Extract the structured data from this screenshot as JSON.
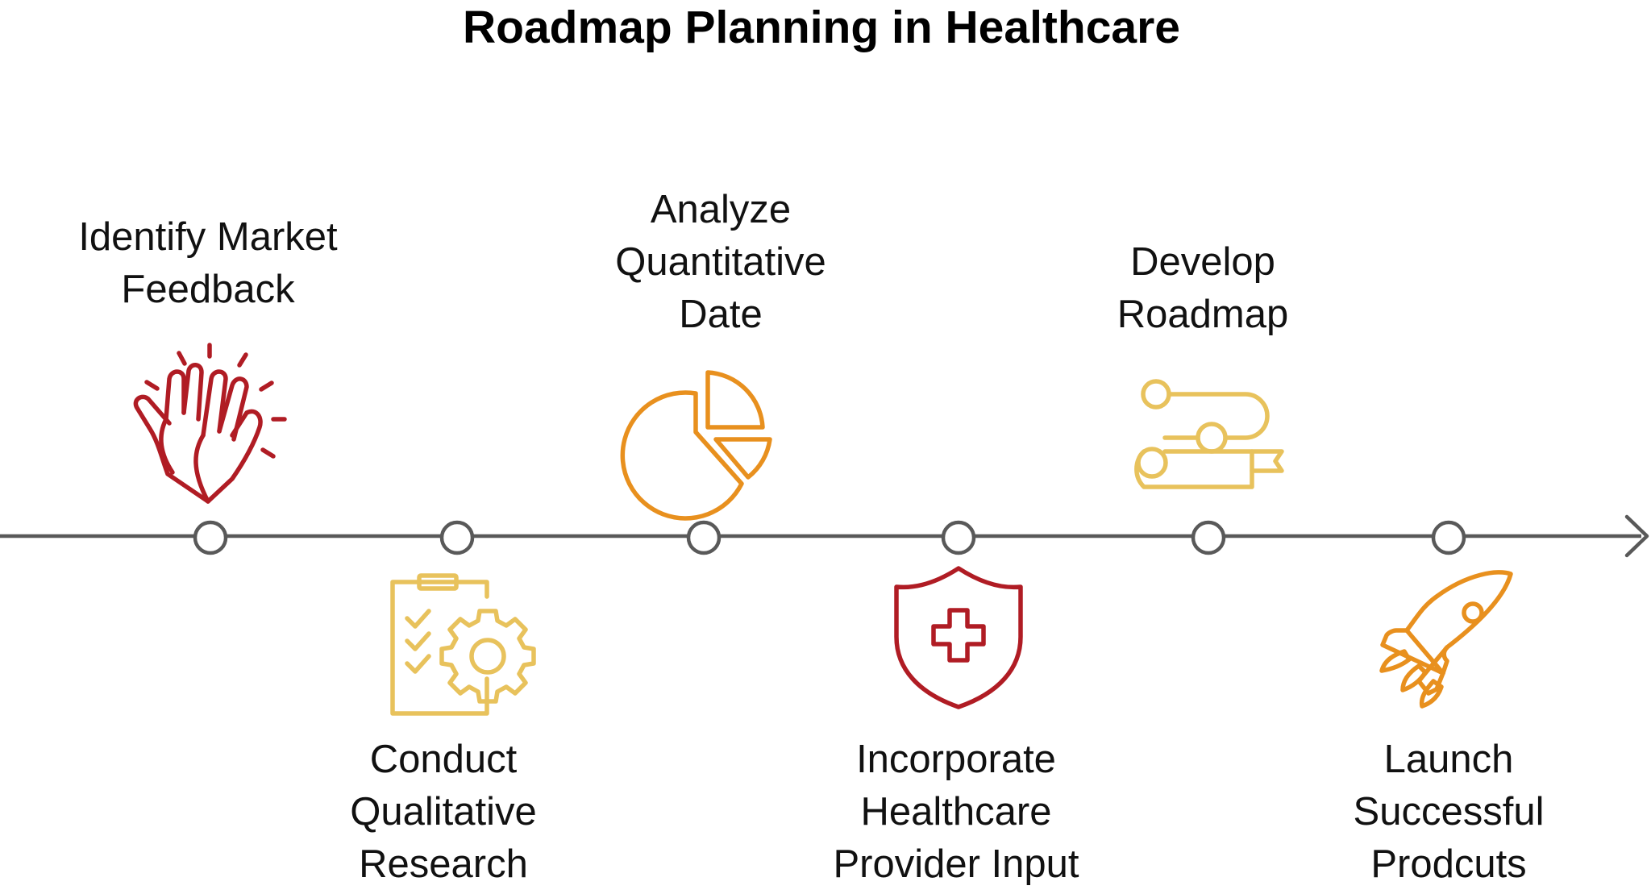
{
  "title": "Roadmap Planning in Healthcare",
  "colors": {
    "axis": "#595959",
    "red": "#b01c24",
    "yellow": "#e8c25c",
    "orange": "#e8901e"
  },
  "steps": [
    {
      "label": "Identify Market\nFeedback",
      "icon": "high-five-icon",
      "color": "#b01c24",
      "position": "above"
    },
    {
      "label": "Conduct\nQualitative\nResearch",
      "icon": "clipboard-gear-icon",
      "color": "#e8c25c",
      "position": "below"
    },
    {
      "label": "Analyze\nQuantitative\nDate",
      "icon": "pie-chart-icon",
      "color": "#e8901e",
      "position": "above"
    },
    {
      "label": "Incorporate\nHealthcare\nProvider Input",
      "icon": "medical-shield-icon",
      "color": "#b01c24",
      "position": "below"
    },
    {
      "label": "Develop\nRoadmap",
      "icon": "route-map-icon",
      "color": "#e8c25c",
      "position": "above"
    },
    {
      "label": "Launch\nSuccessful\nProdcuts",
      "icon": "rocket-icon",
      "color": "#e8901e",
      "position": "below"
    }
  ]
}
